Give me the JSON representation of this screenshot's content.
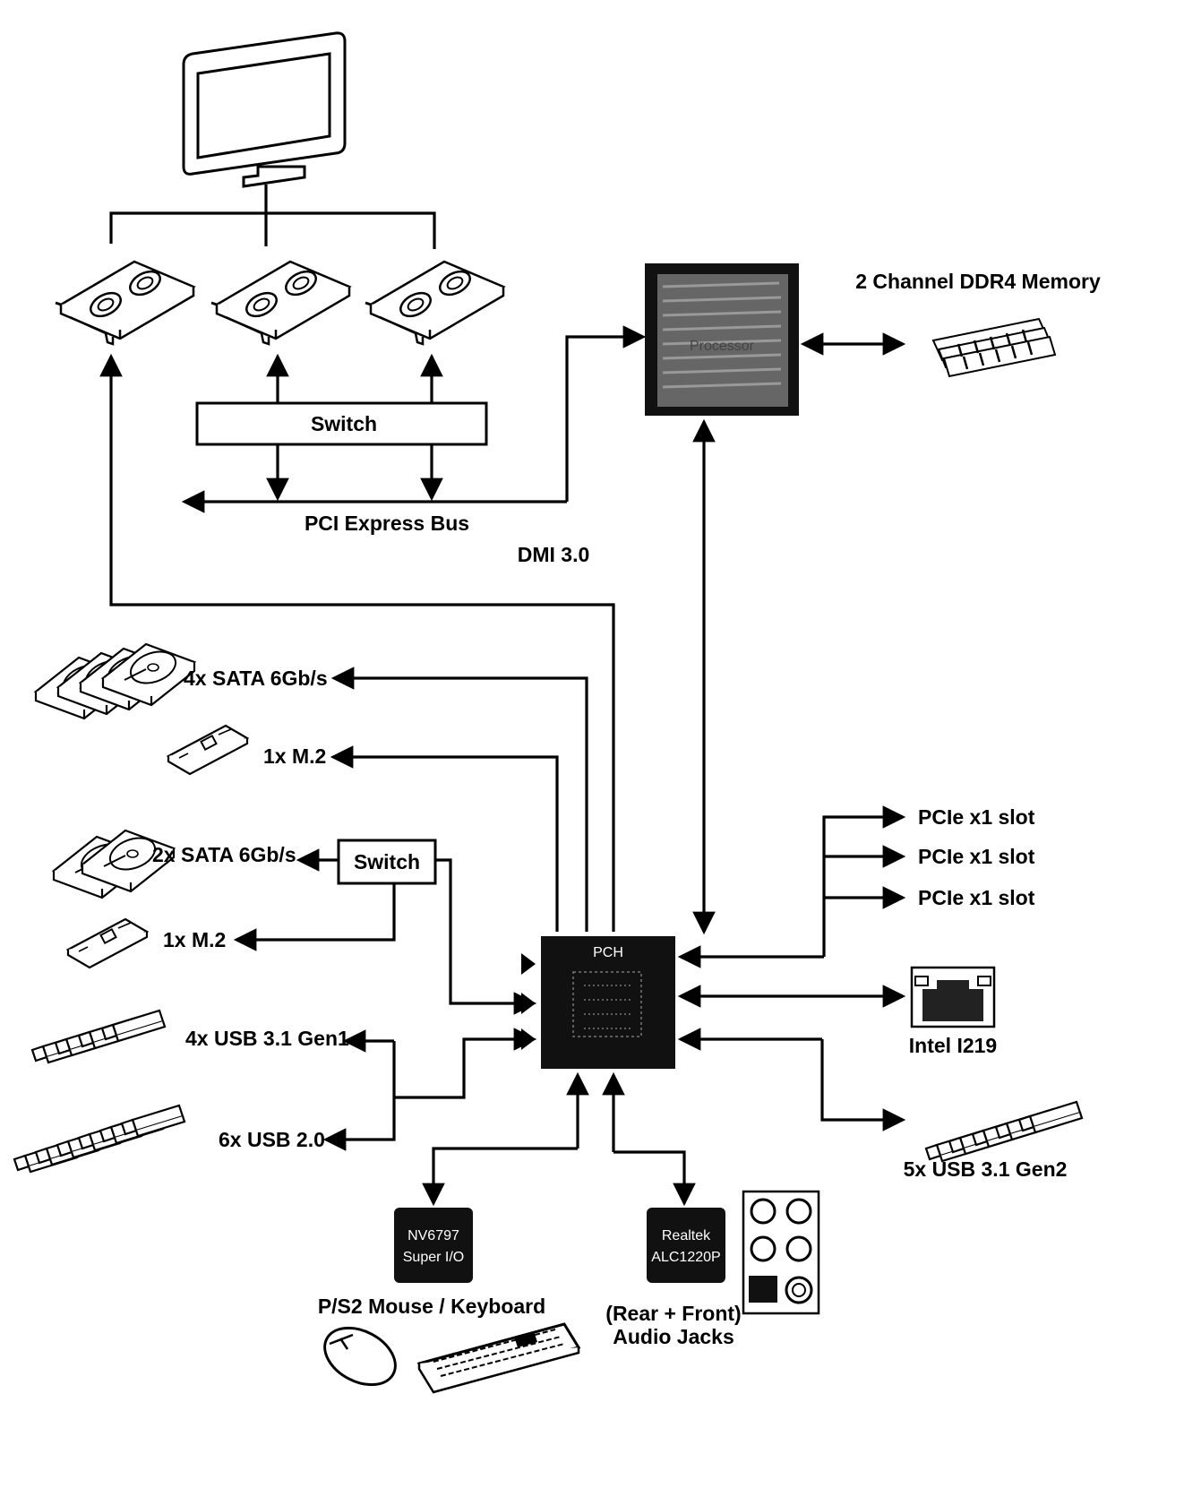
{
  "labels": {
    "memory": "2 Channel DDR4 Memory",
    "switch_top": "Switch",
    "pci_express_bus": "PCI Express Bus",
    "dmi": "DMI 3.0",
    "sata4": "4x SATA 6Gb/s",
    "m2_top": "1x M.2",
    "sata2": "2x SATA 6Gb/s",
    "switch_mid": "Switch",
    "m2_bottom": "1x M.2",
    "usb31g1": "4x USB 3.1 Gen1",
    "usb20": "6x USB 2.0",
    "pcie1": "PCIe x1 slot",
    "pcie2": "PCIe x1 slot",
    "pcie3": "PCIe x1 slot",
    "lan": "Intel I219",
    "usb31g2": "5x USB 3.1 Gen2",
    "pch": "PCH",
    "processor": "Processor",
    "superio_line1": "NV6797",
    "superio_line2": "Super I/O",
    "ps2": "P/S2 Mouse / Keyboard",
    "audio_chip_line1": "Realtek",
    "audio_chip_line2": "ALC1220P",
    "audio_jacks_line1": "(Rear + Front)",
    "audio_jacks_line2": "Audio Jacks"
  },
  "icons": [
    "monitor-icon",
    "graphics-card-icon",
    "cpu-icon",
    "memory-modules-icon",
    "hard-drive-icon",
    "m2-ssd-icon",
    "usb-stick-icon",
    "ethernet-port-icon",
    "audio-jacks-icon",
    "mouse-icon",
    "keyboard-icon"
  ]
}
